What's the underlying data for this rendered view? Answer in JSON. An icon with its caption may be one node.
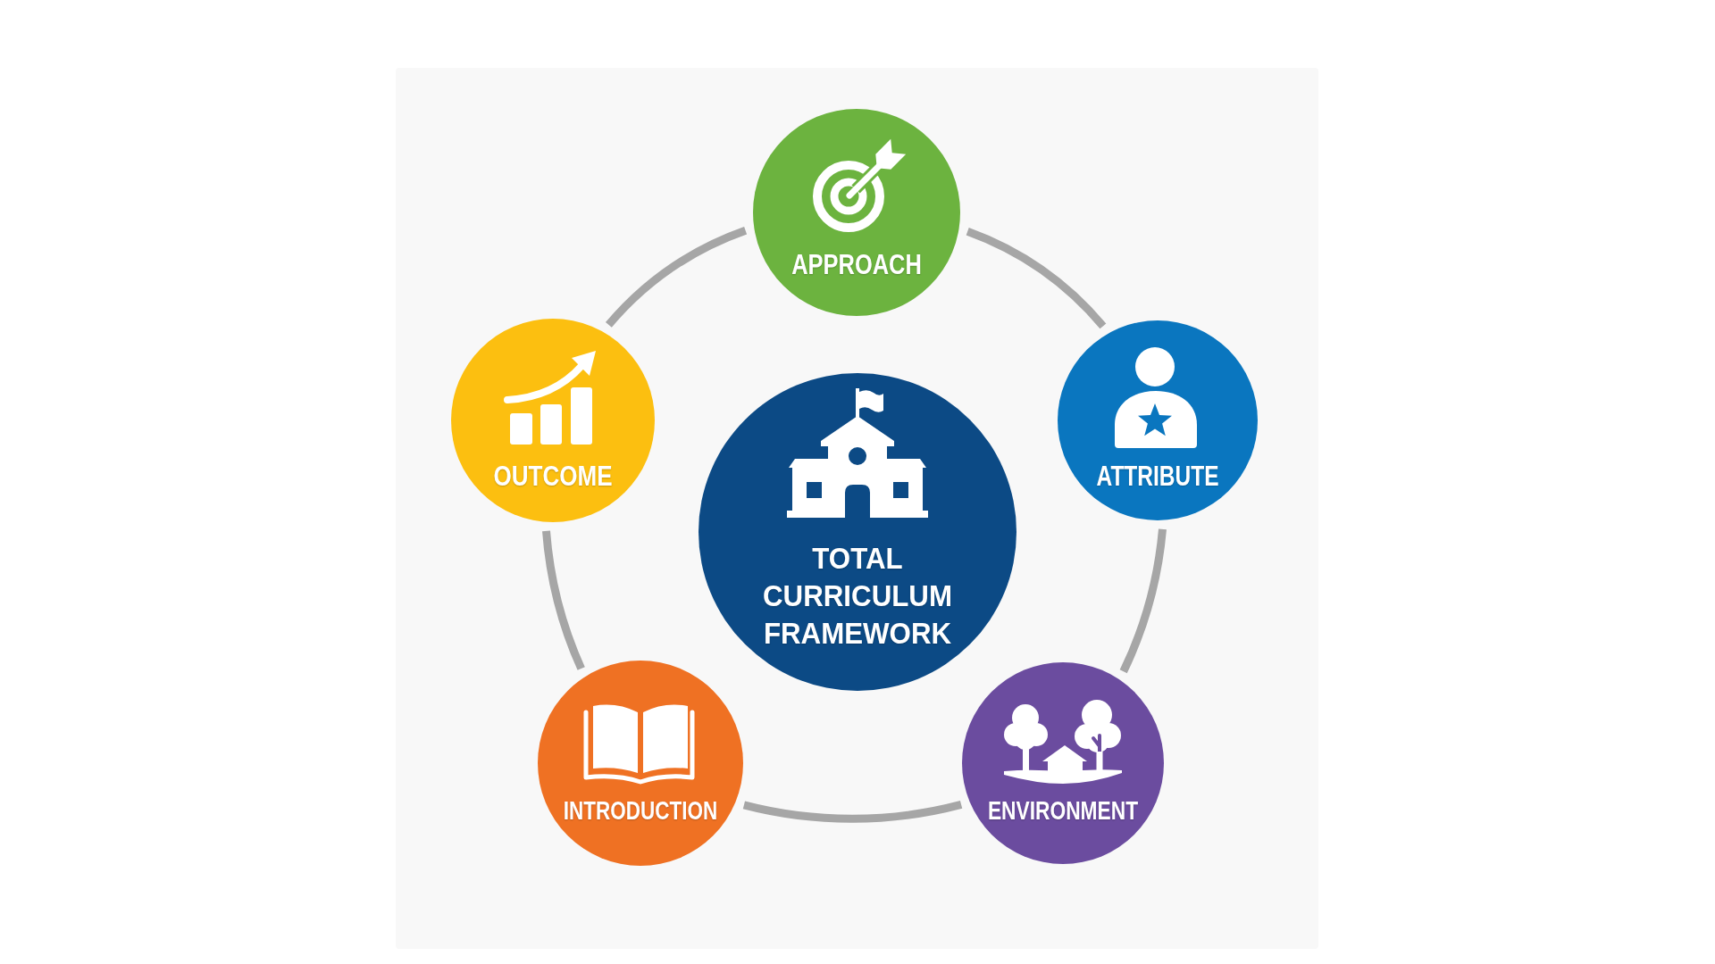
{
  "diagram": {
    "nodes": [
      {
        "text": [
          "APPROACH"
        ]
      },
      {
        "text": [
          "OUTCOME"
        ]
      },
      {
        "text": [
          "ATTRIBUTE"
        ]
      },
      {
        "text": [
          "TOTAL CURRICULUM FRAMEWORK"
        ]
      },
      {
        "text": [
          "INTRODUCTION"
        ]
      },
      {
        "text": [
          "ENVIRONMENT"
        ]
      }
    ],
    "edges": [
      {
        "from": 0,
        "to": 2,
        "arrow": "none"
      },
      {
        "from": 2,
        "to": 5,
        "arrow": "none"
      },
      {
        "from": 5,
        "to": 4,
        "arrow": "none"
      },
      {
        "from": 4,
        "to": 1,
        "arrow": "none"
      },
      {
        "from": 1,
        "to": 0,
        "arrow": "none"
      }
    ]
  }
}
